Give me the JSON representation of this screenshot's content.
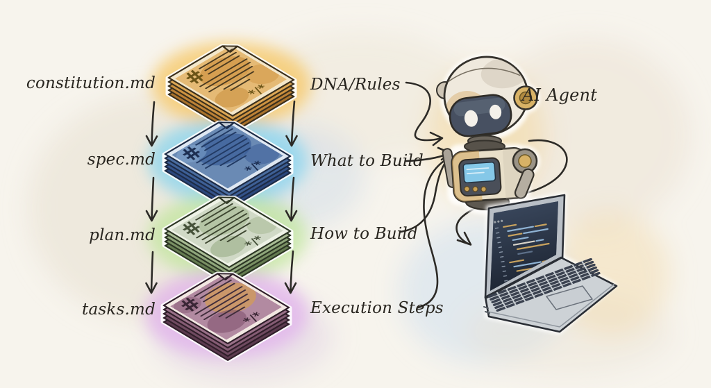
{
  "pipeline": {
    "files": [
      {
        "name": "constitution.md",
        "meaning": "DNA/Rules",
        "colors": {
          "glow": "#f6c96b",
          "rim": "#f3e7cb",
          "wash": "#e2b166",
          "patch_a": "#d09441",
          "patch_b": "#c08430",
          "sheets": [
            "#dca755",
            "#cc9240",
            "#bc8136",
            "#a9722c"
          ],
          "outline": "#3a2f1c",
          "symbol": "#6b5417",
          "lines": "#4a3a20"
        }
      },
      {
        "name": "spec.md",
        "meaning": "What to Build",
        "colors": {
          "glow": "#7fd2f0",
          "rim": "#dfe8f2",
          "wash": "#5d80ad",
          "patch_a": "#3c5f99",
          "patch_b": "#83a7cf",
          "sheets": [
            "#4a6da0",
            "#3e6096",
            "#34538a",
            "#2b477c"
          ],
          "outline": "#1d2b45",
          "symbol": "#1d2f52",
          "lines": "#223a63"
        }
      },
      {
        "name": "plan.md",
        "meaning": "How to Build",
        "colors": {
          "glow": "#b5e48d",
          "rim": "#eef2e6",
          "wash": "#ccd6c2",
          "patch_a": "#a3b78f",
          "patch_b": "#87a070",
          "sheets": [
            "#a9bc95",
            "#8fa67b",
            "#798f63",
            "#647b50"
          ],
          "outline": "#2c3624",
          "symbol": "#46523a",
          "lines": "#3d4630"
        }
      },
      {
        "name": "tasks.md",
        "meaning": "Execution Steps",
        "colors": {
          "glow": "#dfa9ec",
          "rim": "#f2e8e2",
          "wash": "#ab7f9a",
          "patch_a": "#cf9a5c",
          "patch_b": "#7d4f6b",
          "sheets": [
            "#997088",
            "#855c74",
            "#6f4a60",
            "#5b3a4e"
          ],
          "outline": "#2f1e29",
          "symbol": "#3a2635",
          "lines": "#402d3b"
        }
      }
    ],
    "page_symbols": {
      "heading": "#",
      "code": "*/*"
    }
  },
  "agent": {
    "label": "AI Agent"
  },
  "palette": {
    "paper": "#f7f4ed",
    "ink": "#2c2a26",
    "text": "#28251f",
    "robot_gold": "#d8b266",
    "robot_visor": "#475061",
    "robot_screen": "#85c8e8",
    "laptop_screen_top": "#3c4a60",
    "laptop_screen_bottom": "#1e2634",
    "code_amber": "#c9a35e",
    "code_blue": "#8fb3d4",
    "code_light": "#d9d4c9",
    "code_slate": "#5d7089"
  }
}
